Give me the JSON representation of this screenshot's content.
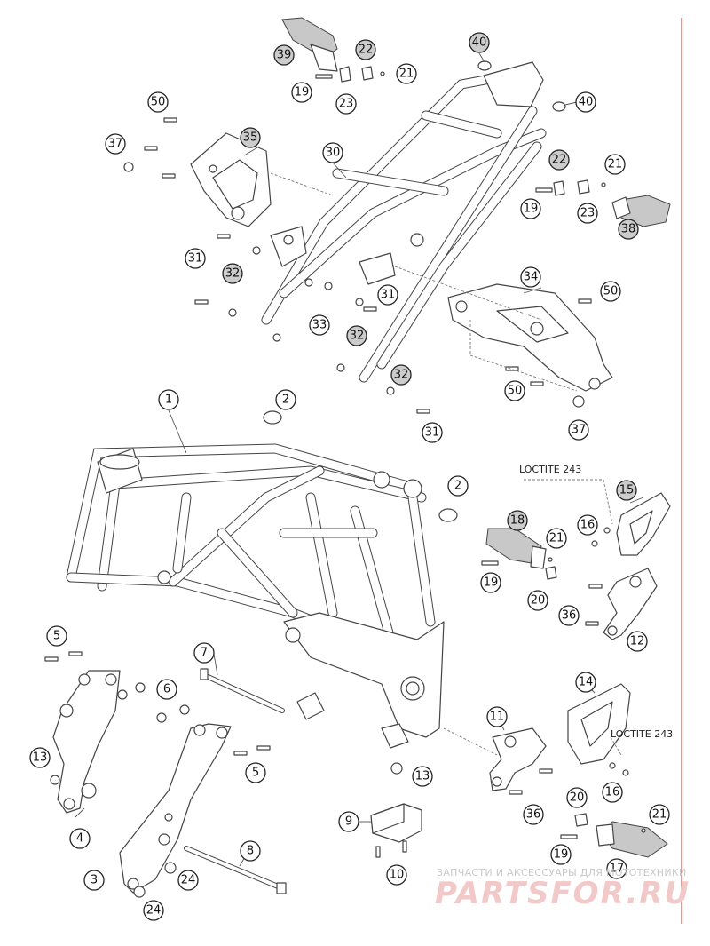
{
  "callouts": [
    {
      "id": "c39",
      "label": "39",
      "gray": true
    },
    {
      "id": "c22a",
      "label": "22",
      "gray": true
    },
    {
      "id": "c21a",
      "label": "21",
      "gray": false
    },
    {
      "id": "c19a",
      "label": "19",
      "gray": false
    },
    {
      "id": "c23a",
      "label": "23",
      "gray": false
    },
    {
      "id": "c40a",
      "label": "40",
      "gray": true
    },
    {
      "id": "c40b",
      "label": "40",
      "gray": false
    },
    {
      "id": "c50a",
      "label": "50",
      "gray": false
    },
    {
      "id": "c37a",
      "label": "37",
      "gray": false
    },
    {
      "id": "c35",
      "label": "35",
      "gray": true
    },
    {
      "id": "c30",
      "label": "30",
      "gray": false
    },
    {
      "id": "c22b",
      "label": "22",
      "gray": true
    },
    {
      "id": "c21b",
      "label": "21",
      "gray": false
    },
    {
      "id": "c19b",
      "label": "19",
      "gray": false
    },
    {
      "id": "c23b",
      "label": "23",
      "gray": false
    },
    {
      "id": "c38",
      "label": "38",
      "gray": true
    },
    {
      "id": "c31a",
      "label": "31",
      "gray": false
    },
    {
      "id": "c32a",
      "label": "32",
      "gray": true
    },
    {
      "id": "c34",
      "label": "34",
      "gray": false
    },
    {
      "id": "c50b",
      "label": "50",
      "gray": false
    },
    {
      "id": "c31b",
      "label": "31",
      "gray": false
    },
    {
      "id": "c33",
      "label": "33",
      "gray": false
    },
    {
      "id": "c32b",
      "label": "32",
      "gray": true
    },
    {
      "id": "c32c",
      "label": "32",
      "gray": true
    },
    {
      "id": "c50c",
      "label": "50",
      "gray": false
    },
    {
      "id": "c37b",
      "label": "37",
      "gray": false
    },
    {
      "id": "c31c",
      "label": "31",
      "gray": false
    },
    {
      "id": "c1",
      "label": "1",
      "gray": false
    },
    {
      "id": "c2a",
      "label": "2",
      "gray": false
    },
    {
      "id": "c2b",
      "label": "2",
      "gray": false
    },
    {
      "id": "c15",
      "label": "15",
      "gray": true
    },
    {
      "id": "c18",
      "label": "18",
      "gray": true
    },
    {
      "id": "c16a",
      "label": "16",
      "gray": false
    },
    {
      "id": "c21c",
      "label": "21",
      "gray": false
    },
    {
      "id": "c19c",
      "label": "19",
      "gray": false
    },
    {
      "id": "c20a",
      "label": "20",
      "gray": false
    },
    {
      "id": "c36a",
      "label": "36",
      "gray": false
    },
    {
      "id": "c12",
      "label": "12",
      "gray": false
    },
    {
      "id": "c5a",
      "label": "5",
      "gray": false
    },
    {
      "id": "c7",
      "label": "7",
      "gray": false
    },
    {
      "id": "c6",
      "label": "6",
      "gray": false
    },
    {
      "id": "c13a",
      "label": "13",
      "gray": false
    },
    {
      "id": "c4",
      "label": "4",
      "gray": false
    },
    {
      "id": "c5b",
      "label": "5",
      "gray": false
    },
    {
      "id": "c14",
      "label": "14",
      "gray": false
    },
    {
      "id": "c11",
      "label": "11",
      "gray": false
    },
    {
      "id": "c13b",
      "label": "13",
      "gray": false
    },
    {
      "id": "c16b",
      "label": "16",
      "gray": false
    },
    {
      "id": "c20b",
      "label": "20",
      "gray": false
    },
    {
      "id": "c36b",
      "label": "36",
      "gray": false
    },
    {
      "id": "c9",
      "label": "9",
      "gray": false
    },
    {
      "id": "c21d",
      "label": "21",
      "gray": false
    },
    {
      "id": "c10",
      "label": "10",
      "gray": false
    },
    {
      "id": "c8",
      "label": "8",
      "gray": false
    },
    {
      "id": "c3",
      "label": "3",
      "gray": false
    },
    {
      "id": "c24a",
      "label": "24",
      "gray": false
    },
    {
      "id": "c24b",
      "label": "24",
      "gray": false
    },
    {
      "id": "c19d",
      "label": "19",
      "gray": false
    },
    {
      "id": "c17",
      "label": "17",
      "gray": false
    }
  ],
  "notes": {
    "loctite_1": "LOCTITE 243",
    "loctite_2": "LOCTITE 243"
  },
  "watermark": {
    "caption": "ЗАПЧАСТИ И АКСЕССУАРЫ ДЛЯ МОТОТЕХНИКИ",
    "brand": "PARTSFOR.RU"
  }
}
